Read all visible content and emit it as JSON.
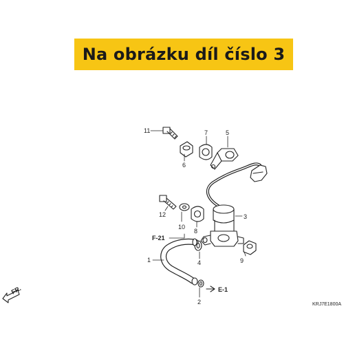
{
  "banner": {
    "text": "Na obrázku díl číslo 3"
  },
  "diagram_code": "KRJ7E1800A",
  "front_label": "FR.",
  "refs": {
    "f21": "F-21",
    "e1": "E-1"
  },
  "callouts": [
    {
      "id": "1",
      "label": "1"
    },
    {
      "id": "2",
      "label": "2"
    },
    {
      "id": "3",
      "label": "3"
    },
    {
      "id": "4",
      "label": "4"
    },
    {
      "id": "5",
      "label": "5"
    },
    {
      "id": "6",
      "label": "6"
    },
    {
      "id": "7",
      "label": "7"
    },
    {
      "id": "8",
      "label": "8"
    },
    {
      "id": "9",
      "label": "9"
    },
    {
      "id": "10",
      "label": "10"
    },
    {
      "id": "11",
      "label": "11"
    },
    {
      "id": "12",
      "label": "12"
    }
  ],
  "colors": {
    "banner": "#f7c514",
    "line": "#222222"
  }
}
